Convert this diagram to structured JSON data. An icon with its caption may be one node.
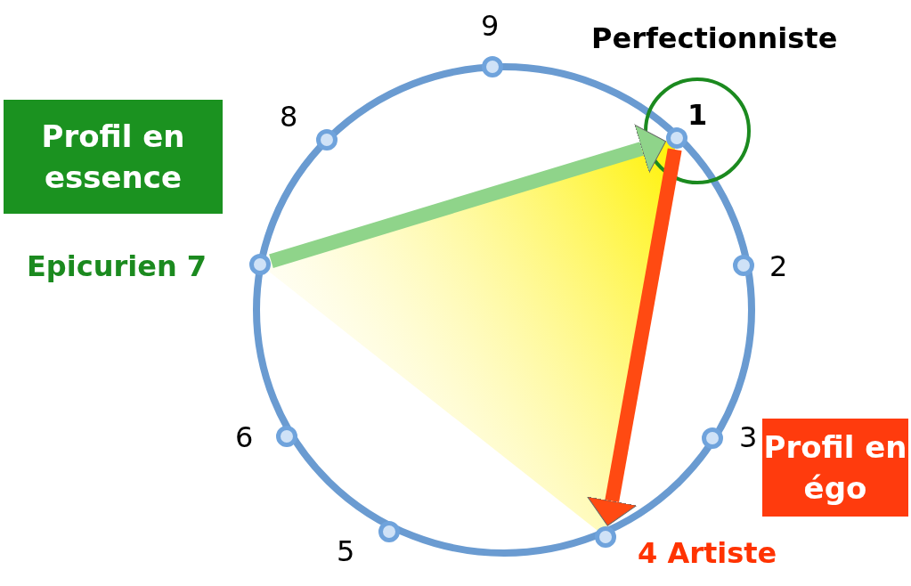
{
  "diagram": {
    "nodes": [
      {
        "text": [
          "9"
        ]
      },
      {
        "text": [
          "1"
        ],
        "beside": [
          "Perfectionniste"
        ]
      },
      {
        "text": [
          "8"
        ]
      },
      {
        "text": [
          "Profil en essence"
        ]
      },
      {
        "text": [
          "Epicurien 7"
        ]
      },
      {
        "text": [
          "2"
        ]
      },
      {
        "text": [
          "6"
        ]
      },
      {
        "text": [
          "3"
        ]
      },
      {
        "text": [
          "Profil en égo"
        ]
      },
      {
        "text": [
          "5"
        ]
      },
      {
        "text": [
          "4 Artiste"
        ]
      }
    ],
    "edges": [
      {
        "from": 4,
        "to": 1,
        "arrow": "to",
        "color": "#8fd48a"
      },
      {
        "from": 1,
        "to": 10,
        "arrow": "to",
        "color": "#ff4a12"
      }
    ]
  }
}
